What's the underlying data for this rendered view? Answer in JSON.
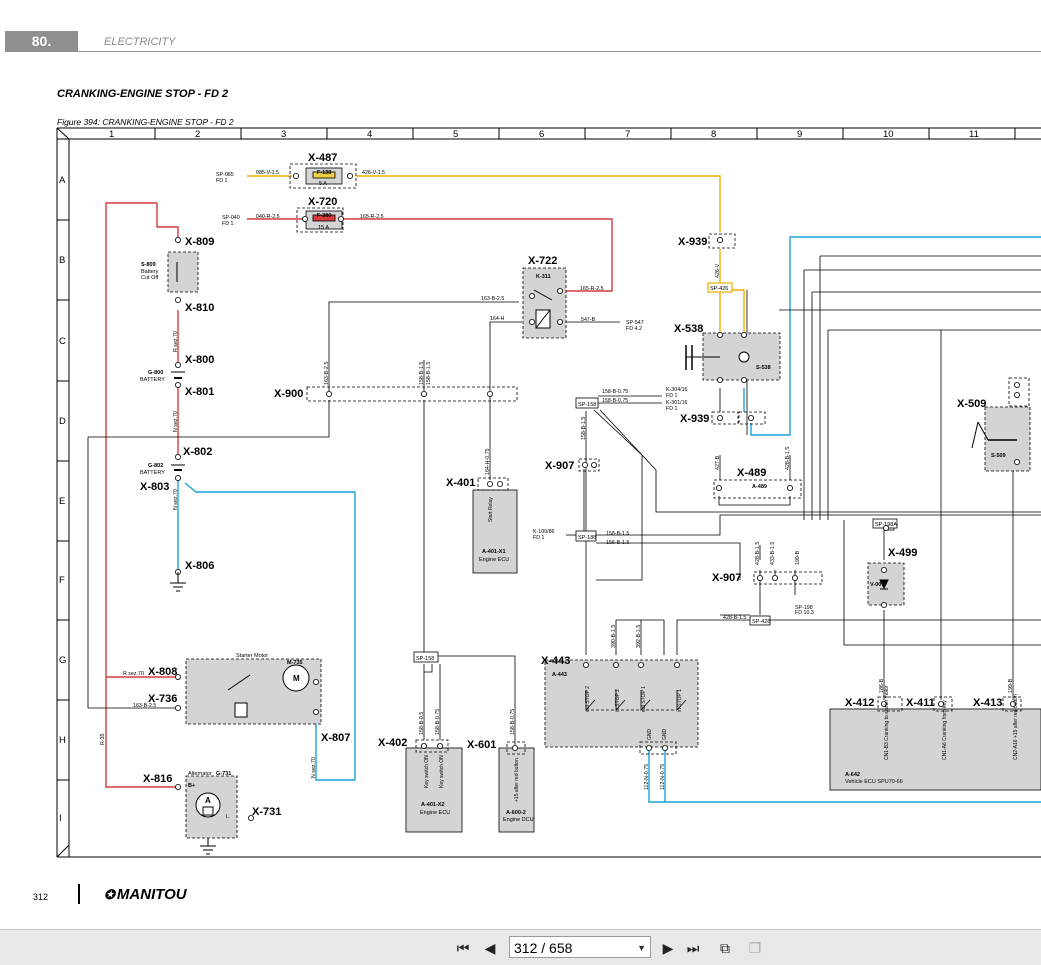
{
  "header": {
    "chapter_number": "80.",
    "section": "ELECTRICITY"
  },
  "title": "CRANKING-ENGINE STOP - FD 2",
  "figure_caption": "Figure 394: CRANKING-ENGINE STOP - FD 2",
  "grid": {
    "columns": [
      "1",
      "2",
      "3",
      "4",
      "5",
      "6",
      "7",
      "8",
      "9",
      "10",
      "11"
    ],
    "rows": [
      "A",
      "B",
      "C",
      "D",
      "E",
      "F",
      "G",
      "H",
      "I"
    ]
  },
  "connectors": {
    "x487": "X-487",
    "x720": "X-720",
    "x809": "X-809",
    "x810": "X-810",
    "x800": "X-800",
    "x801": "X-801",
    "x802": "X-802",
    "x803": "X-803",
    "x806": "X-806",
    "x900": "X-900",
    "x722": "X-722",
    "x939a": "X-939",
    "x939b": "X-939",
    "x538": "X-538",
    "x401": "X-401",
    "x907a": "X-907",
    "x907b": "X-907",
    "x489": "X-489",
    "x509": "X-509",
    "x499": "X-499",
    "x443": "X-443",
    "x808": "X-808",
    "x736": "X-736",
    "x807": "X-807",
    "x816": "X-816",
    "x731": "X-731",
    "x402": "X-402",
    "x601": "X-601",
    "x412": "X-412",
    "x411": "X-411",
    "x413": "X-413"
  },
  "components": {
    "fuse138": "F-138",
    "fuse138_rating": "5 A",
    "fuse380": "F-380",
    "fuse380_rating": "15 A",
    "s809": "S-809",
    "s809_desc1": "Battery",
    "s809_desc2": "Cut Off",
    "g800": "G-800",
    "g800_desc": "BATTERY",
    "g802": "G-802",
    "g802_desc": "BATTERY",
    "k311": "K-311",
    "s538": "S-538",
    "a489": "A-489",
    "a401x1": "A-401-X1",
    "a401x1_desc": "Engine ECU",
    "start_relay": "Start Relay",
    "s509": "S-509",
    "v007": "V-007",
    "a443": "A-443",
    "starter_motor": "Starter Motor",
    "m735": "M-735",
    "alternator": "Alternator",
    "g731": "G-731",
    "a401x2": "A-401-X2",
    "a401x2_desc": "Engine ECU",
    "a600": "A-600-2",
    "a600_desc": "Engine DCU",
    "a642": "A-642",
    "a642_desc": "Vehicle ECU SPU70-66",
    "motor_symbol": "M",
    "gen_symbol": "A",
    "bplus": "B+",
    "lterm": "L"
  },
  "splices": {
    "sp426": "SP-426",
    "sp158a": "SP-158",
    "sp188": "SP-188",
    "sp158b": "SP-158",
    "sp428": "SP-428",
    "sp198a": "SP-198A"
  },
  "wire_labels": {
    "w085": "085-V-1.5",
    "w426": "426-V-1.5",
    "w040": "040-R-2.5",
    "w165": "165-R-2.5",
    "w165b": "165-R-2.5",
    "w163a": "163-B-2.5",
    "w164": "164-H",
    "w547": "547-B",
    "w158a": "158-B-0.75",
    "w158b": "158-B-0.75",
    "w156": "156-B-1.5",
    "w158c": "158-B-1.5",
    "w428": "428-B-1.5",
    "w163b": "163-B-2.5",
    "rsez70a": "R sez.70",
    "rsez70b": "R sez.70",
    "nsez70a": "N sez.70",
    "nsez70b": "N sez.70",
    "nsez70c": "N sez.70",
    "r35": "R-35",
    "w426v": "426-V",
    "w158v1": "158-B-1.5",
    "w158v2": "158-B-1.5",
    "w163v": "163-B-2.5",
    "w164v": "164-H-0.75",
    "w158v3": "158-B-1.5",
    "w427": "427-B",
    "w428v": "428-B-1.5",
    "w390": "390-B-1.5",
    "w392": "392-B-1.5",
    "w112a": "112-N-0.75",
    "w112b": "112-N-0.75",
    "w158v4": "158-B-0.5",
    "w158v5": "158-B-0.75",
    "w158v6": "158-B-0.75",
    "w433": "433-B-1.5",
    "w199": "199-B",
    "w186": "186-B",
    "w199b": "199-B",
    "w428c": "428-B-1.5"
  },
  "references": {
    "sp085": "SP-085",
    "sp085_fd": "FD 1",
    "sp040": "SP-040",
    "sp040_fd": "FD 1",
    "sp547": "SP-547",
    "sp547_fd": "FD 4.2",
    "k304": "K-304/16",
    "k304_fd": "FD 1",
    "k301": "K-301/16",
    "k301_fd": "FD 1",
    "k100": "K-100/86",
    "k100_fd": "FD 1",
    "sp198": "SP-198",
    "sp198_fd": "FD 10.3"
  },
  "switch_labels": {
    "out_stop2": "out STOP 2",
    "in_stop2": "in STOP 2",
    "out_stop1": "out STOP 1",
    "in_stop1": "in STOP 1",
    "gnd1": "GND",
    "gnd2": "GND",
    "key_on1": "Key switch ON",
    "key_on2": "Key switch ON",
    "after_red": "+15 after red button",
    "cranking_motor": "CN1-B3 Cranking to starter motor",
    "cranking_key": "CN1-A6 Cranking from key",
    "after_red2": "CN2-A16 +15 after red button"
  },
  "footer": {
    "page_number": "312",
    "logo_text": "MANITOU"
  },
  "toolbar": {
    "page_display": "312 / 658"
  },
  "colors": {
    "power_red": "#d93a3a",
    "signal_yellow": "#f0b000",
    "signal_blue": "#1aa3d8",
    "wire_black": "#000000",
    "component_gray": "#d4d4d4"
  }
}
